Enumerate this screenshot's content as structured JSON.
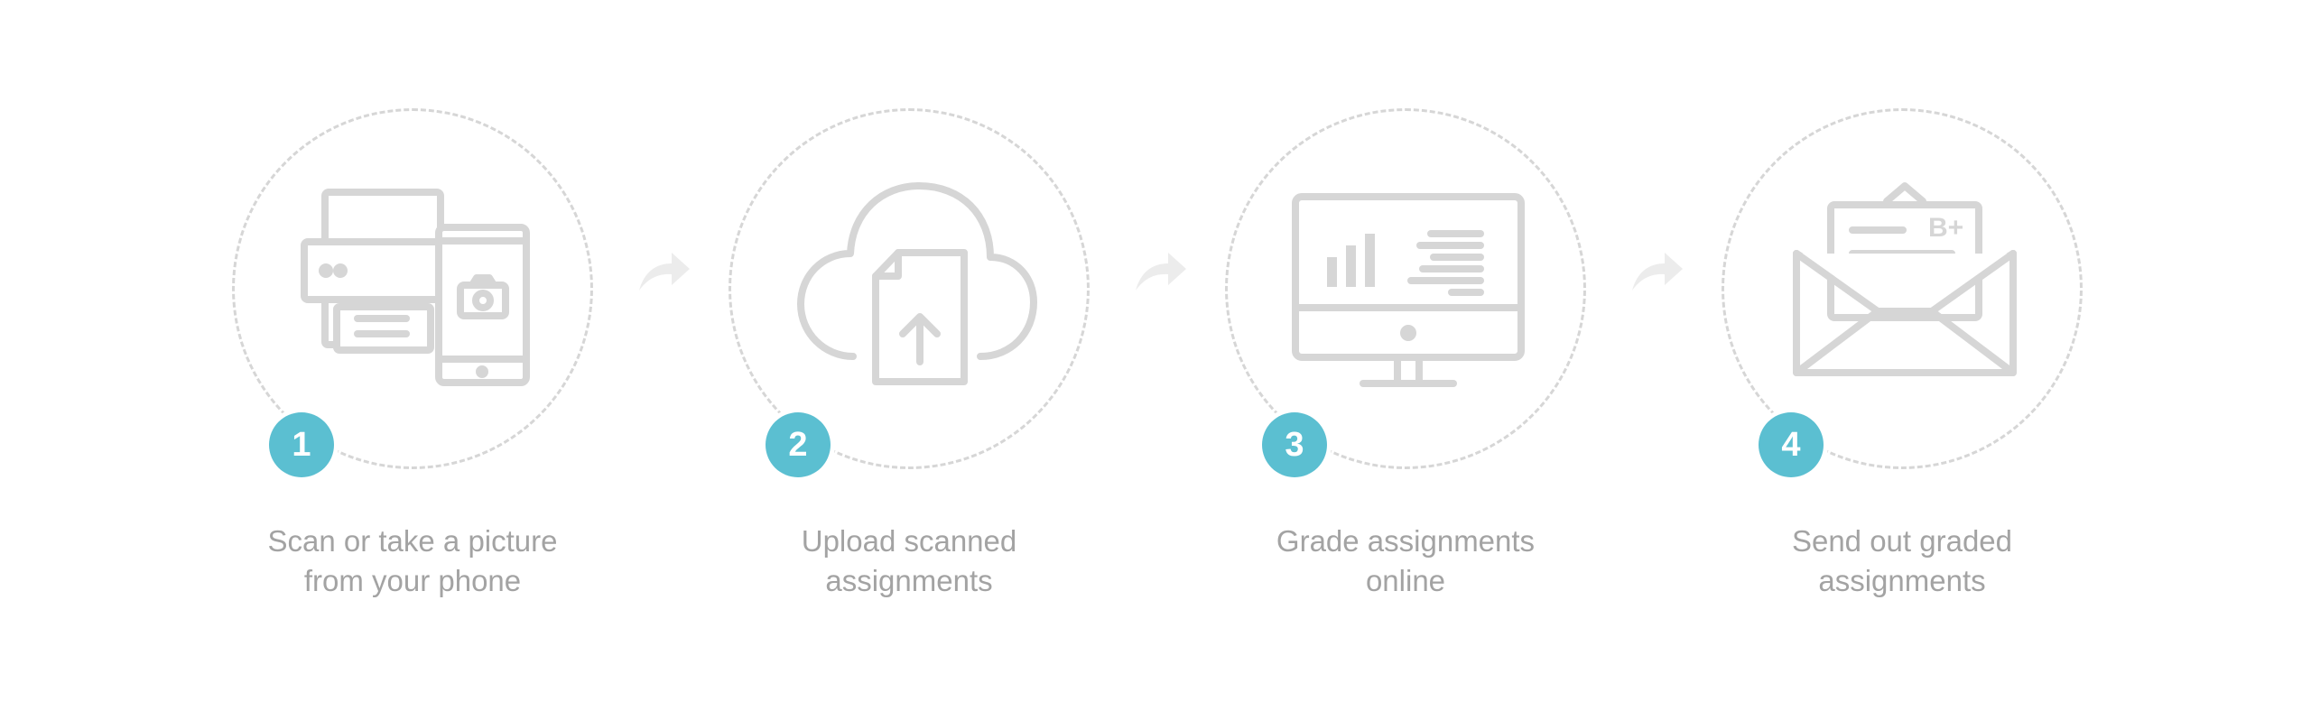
{
  "colors": {
    "accent": "#5bbfd1",
    "icon_stroke": "#d6d6d6",
    "caption_text": "#a3a3a3",
    "arrow": "#ececec"
  },
  "steps": [
    {
      "number": "1",
      "icon": "printer-phone-icon",
      "caption": [
        "Scan or take a picture",
        "from your phone"
      ]
    },
    {
      "number": "2",
      "icon": "cloud-upload-icon",
      "caption": [
        "Upload scanned",
        "assignments"
      ]
    },
    {
      "number": "3",
      "icon": "monitor-chart-icon",
      "caption": [
        "Grade assignments",
        "online"
      ]
    },
    {
      "number": "4",
      "icon": "envelope-grade-icon",
      "grade_text": "B+",
      "caption": [
        "Send out graded",
        "assignments"
      ]
    }
  ]
}
